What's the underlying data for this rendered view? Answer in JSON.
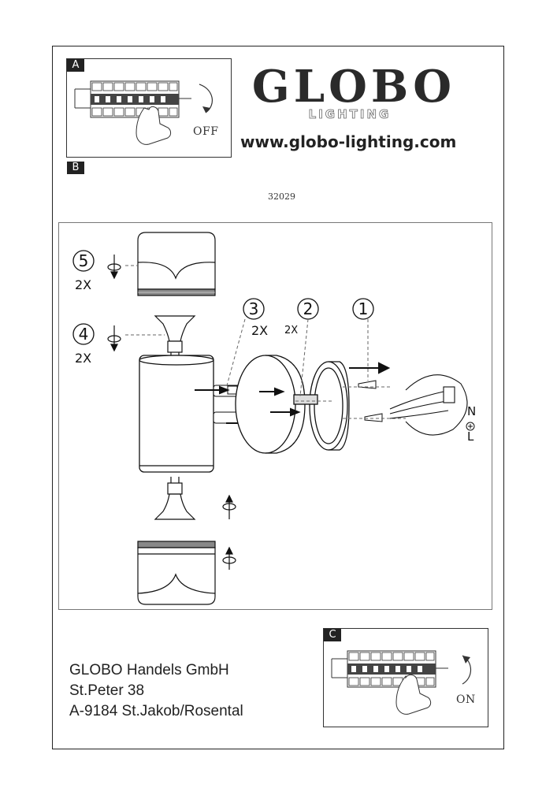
{
  "panel_a": {
    "letter": "A",
    "status": "OFF"
  },
  "panel_b": {
    "letter": "B"
  },
  "panel_c": {
    "letter": "C",
    "status": "ON"
  },
  "brand": {
    "logo": "GLOBO",
    "sub": "LIGHTING",
    "website": "www.globo-lighting.com"
  },
  "model_number": "32029",
  "steps": [
    {
      "number": "1"
    },
    {
      "number": "2",
      "qty": "2X"
    },
    {
      "number": "3",
      "qty": "2X"
    },
    {
      "number": "4",
      "qty": "2X"
    },
    {
      "number": "5",
      "qty": "2X"
    }
  ],
  "wiring": {
    "neutral": "N",
    "live": "L"
  },
  "company": {
    "name": "GLOBO Handels GmbH",
    "street": "St.Peter 38",
    "city": "A-9184 St.Jakob/Rosental"
  },
  "icons": [
    "breaker-switch-icon",
    "hand-icon",
    "rotate-arrow-icon",
    "earth-icon"
  ]
}
